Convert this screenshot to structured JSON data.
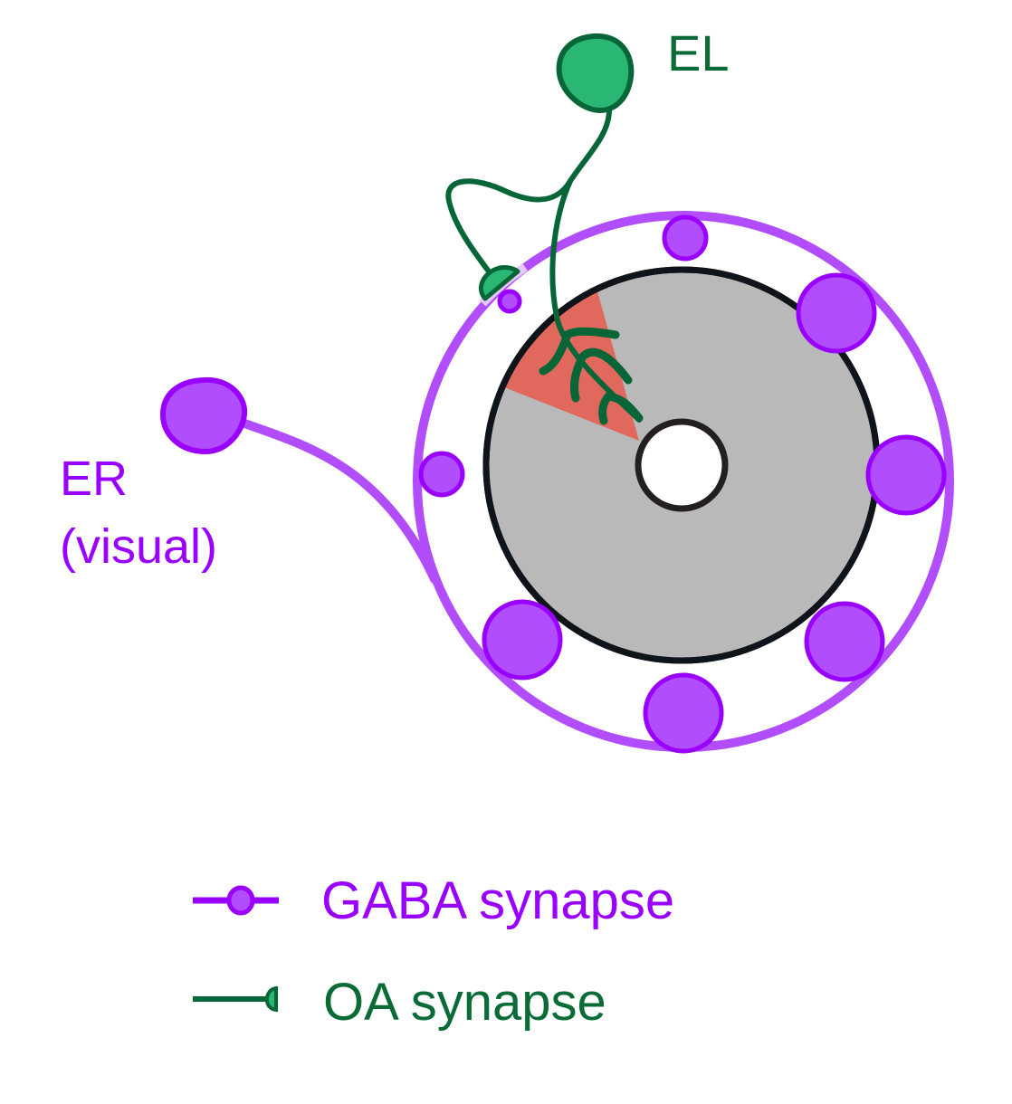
{
  "labels": {
    "el": "EL",
    "er_line1": "ER",
    "er_line2": "(visual)"
  },
  "legend": {
    "gaba": "GABA synapse",
    "oa": "OA synapse"
  },
  "colors": {
    "purple_fill": "#b14dfc",
    "purple_stroke": "#9900ff",
    "purple_text": "#9900ff",
    "green_fill": "#2ab673",
    "green_stroke": "#076637",
    "green_text": "#0b6b37",
    "gray_disk": "#b9b9b9",
    "ring_edge": "#0f141a",
    "wedge_red": "#e0685c"
  }
}
